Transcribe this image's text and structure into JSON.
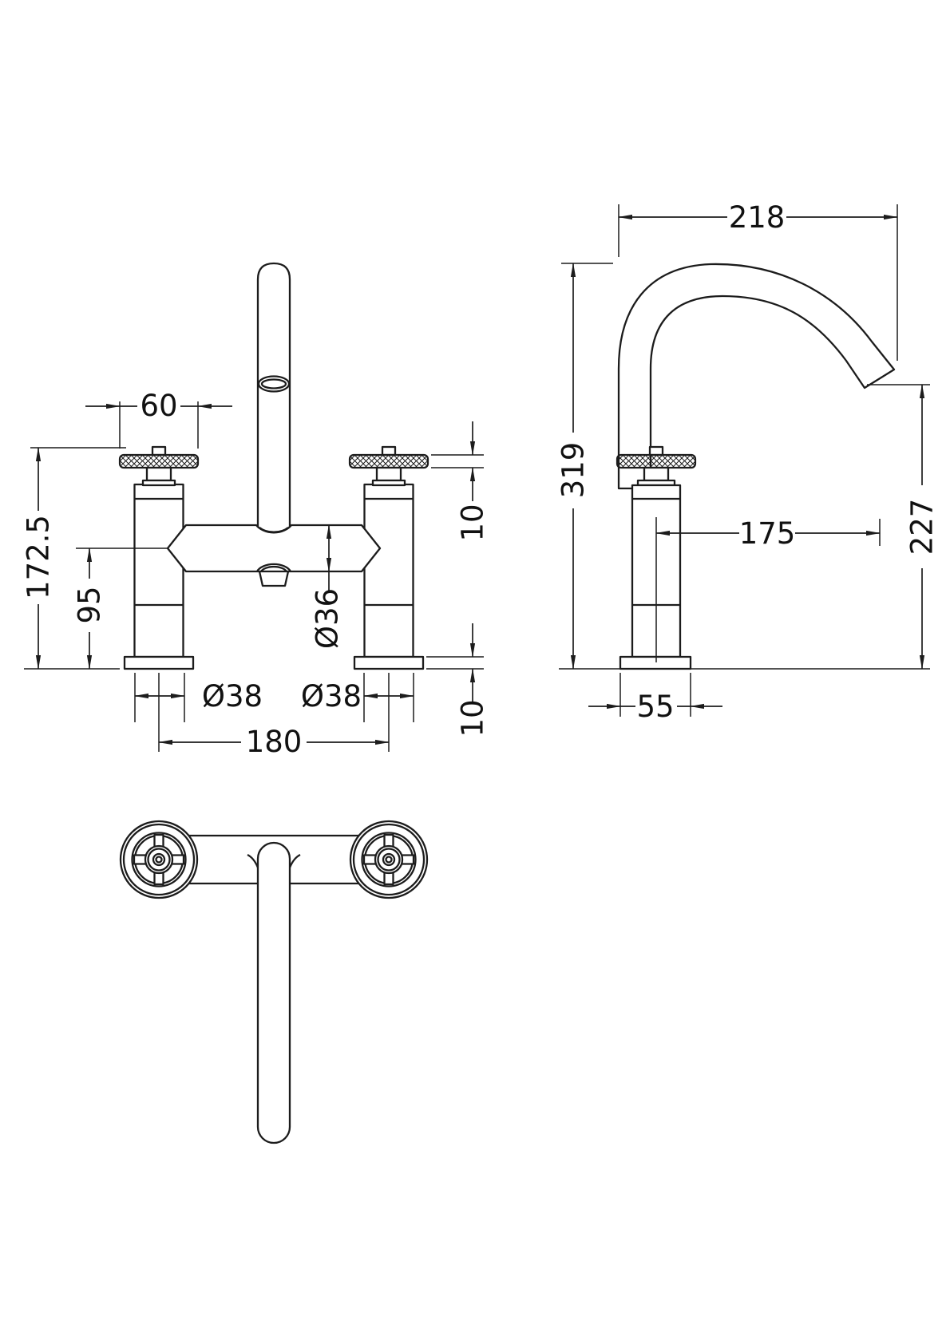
{
  "drawing": {
    "type": "technical-dimension-drawing",
    "subject": "bath filler tap (two pillar deck-mounted mixer), three orthographic views",
    "colors": {
      "line": "#1c1c1c",
      "background": "#ffffff"
    },
    "front": {
      "dim_handle_width": "60",
      "dim_total_height": "172.5",
      "dim_body_center_height": "95",
      "dim_handle_thickness": "10",
      "dim_body_diameter": "Ø36",
      "dim_base_thickness": "10",
      "dim_pillar_diameter_left": "Ø38",
      "dim_pillar_diameter_right": "Ø38",
      "dim_pillar_spacing": "180"
    },
    "side": {
      "dim_spout_reach": "218",
      "dim_overall_height": "319",
      "dim_spout_projection": "175",
      "dim_outlet_height": "227",
      "dim_base_width": "55"
    }
  }
}
